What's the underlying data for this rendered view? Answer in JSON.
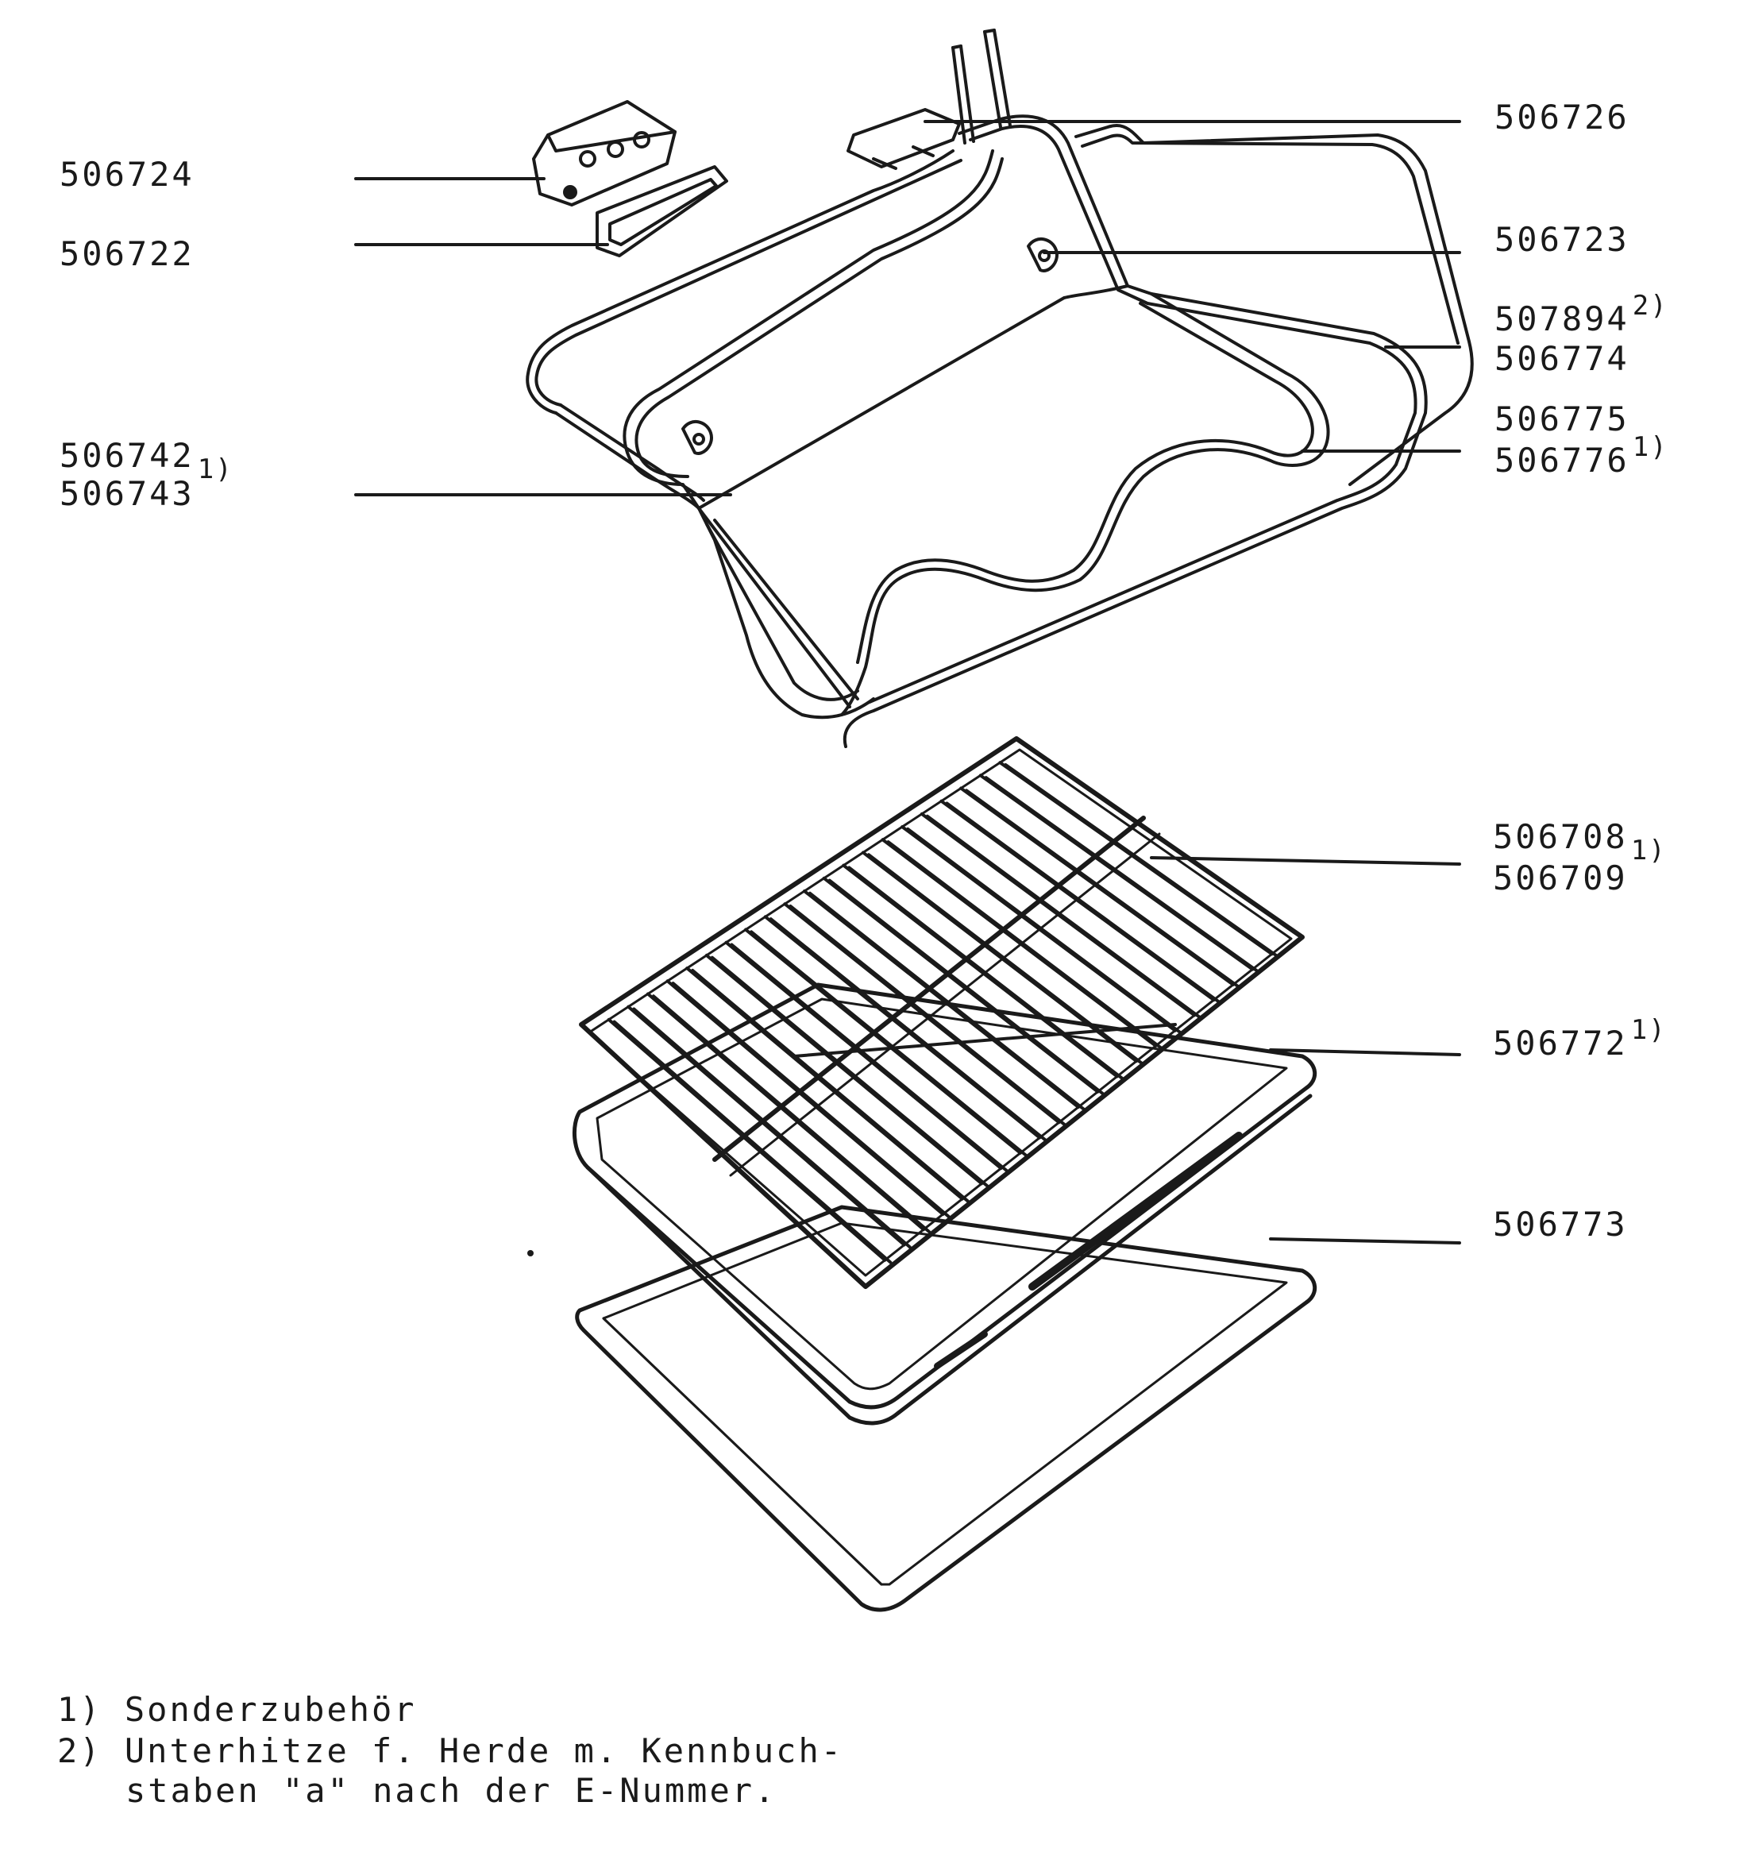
{
  "labels": {
    "l506724": "506724",
    "l506722": "506722",
    "l506742": "506742",
    "l506743": "506743",
    "l506726": "506726",
    "l506723": "506723",
    "l507894": "507894",
    "l506774": "506774",
    "l506775": "506775",
    "l506776": "506776",
    "l506708": "506708",
    "l506709": "506709",
    "l506772": "506772",
    "l506773": "506773"
  },
  "marks": {
    "one": "1)",
    "two": "2)"
  },
  "footnotes": {
    "n1_mark": "1)",
    "n1_text": "Sonderzubehör",
    "n2_mark": "2)",
    "n2_line1": "Unterhitze f. Herde m. Kennbuch-",
    "n2_line2": "staben \"a\" nach der E-Nummer."
  }
}
